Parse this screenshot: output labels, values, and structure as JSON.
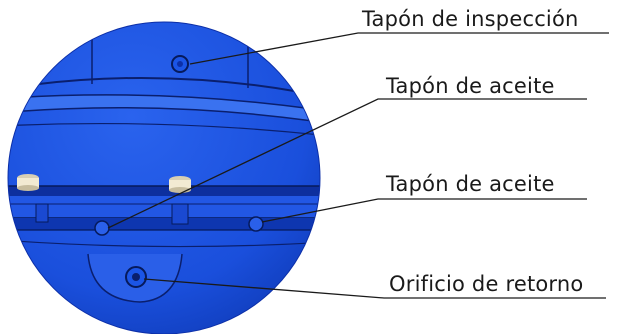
{
  "callouts": [
    {
      "id": "inspection-plug",
      "label": "Tapón de inspección"
    },
    {
      "id": "oil-plug-upper",
      "label": "Tapón de aceite"
    },
    {
      "id": "oil-plug-lower",
      "label": "Tapón de aceite"
    },
    {
      "id": "return-hole",
      "label": "Orificio de retorno"
    }
  ],
  "colors": {
    "body_blue": "#1b55e6",
    "dark_blue": "#0c2fa8",
    "light_blue": "#3d74f2",
    "leader_line": "#1a1a1a",
    "plug_cream": "#f2ead2"
  }
}
